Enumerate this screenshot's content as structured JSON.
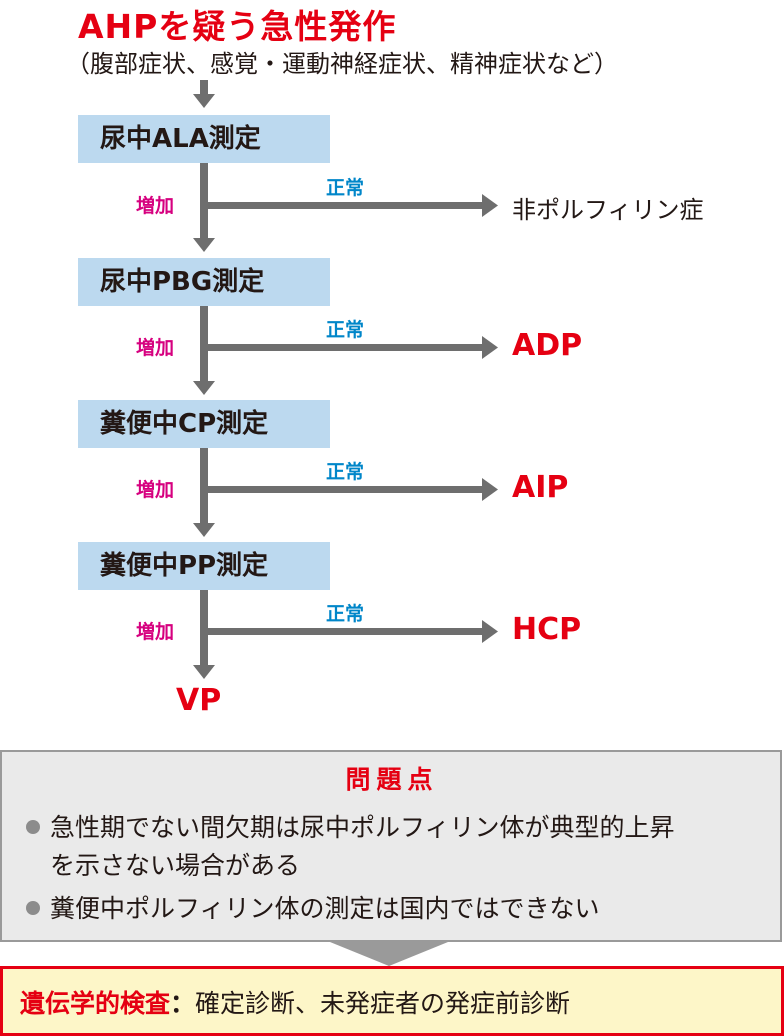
{
  "header": {
    "title": "AHPを疑う急性発作",
    "subtitle": "（腹部症状、感覚・運動神経症状、精神症状など）"
  },
  "steps": [
    {
      "label": "尿中ALA測定",
      "increase": "増加",
      "normal": "正常",
      "result": "非ポルフィリン症"
    },
    {
      "label": "尿中PBG測定",
      "increase": "増加",
      "normal": "正常",
      "result": "ADP"
    },
    {
      "label": "糞便中CP測定",
      "increase": "増加",
      "normal": "正常",
      "result": "AIP"
    },
    {
      "label": "糞便中PP測定",
      "increase": "増加",
      "normal": "正常",
      "result": "HCP"
    }
  ],
  "final_result": "VP",
  "problems": {
    "title": "問題点",
    "items": [
      {
        "line1": "急性期でない間欠期は尿中ポルフィリン体が典型的上昇",
        "line2": "を示さない場合がある"
      },
      {
        "line1": "糞便中ポルフィリン体の測定は国内ではできない",
        "line2": ""
      }
    ]
  },
  "footer": {
    "keyword": "遺伝学的検査",
    "colon": "：",
    "rest": "確定診断、未発症者の発症前診断"
  },
  "colors": {
    "title_red": "#e50012",
    "box_blue": "#bcd9ef",
    "increase_magenta": "#d6007f",
    "normal_blue": "#0086c9",
    "arrow_gray": "#6e6e6e",
    "panel_gray": "#eaeaea",
    "footer_yellow": "#fdf6c8"
  }
}
